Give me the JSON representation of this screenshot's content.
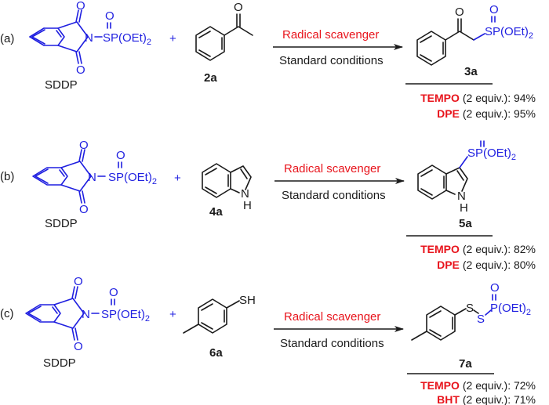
{
  "colors": {
    "reagent": "#1f1fe0",
    "scavenger": "#e8141c",
    "text": "#1a1a1a"
  },
  "reagent": {
    "label": "SDDP",
    "group": "SP(OEt)",
    "group_sub": "2",
    "N": "N",
    "O": "O"
  },
  "plus": "+",
  "arrow": {
    "top": "Radical scavenger",
    "bottom": "Standard conditions"
  },
  "rows": [
    {
      "tag": "(a)",
      "substrate": {
        "id": "2a",
        "name": "acetophenone"
      },
      "product": {
        "id": "3a",
        "group": "SP(OEt)",
        "group_sub": "2"
      },
      "yields": [
        {
          "scavenger": "TEMPO",
          "condition": "(2 equiv.): 94%"
        },
        {
          "scavenger": "DPE",
          "condition": "(2 equiv.): 95%"
        }
      ]
    },
    {
      "tag": "(b)",
      "substrate": {
        "id": "4a",
        "name": "indole",
        "NH": "N",
        "H": "H"
      },
      "product": {
        "id": "5a",
        "group": "SP(OEt)",
        "group_sub": "2"
      },
      "yields": [
        {
          "scavenger": "TEMPO",
          "condition": "(2 equiv.): 82%"
        },
        {
          "scavenger": "DPE",
          "condition": "(2 equiv.): 80%"
        }
      ]
    },
    {
      "tag": "(c)",
      "substrate": {
        "id": "6a",
        "name": "4-methylthiophenol",
        "SH": "SH"
      },
      "product": {
        "id": "7a",
        "S1": "S",
        "S2": "S",
        "group": "P(OEt)",
        "group_sub": "2"
      },
      "yields": [
        {
          "scavenger": "TEMPO",
          "condition": "(2 equiv.): 72%"
        },
        {
          "scavenger": "BHT",
          "condition": "(2 equiv.): 71%"
        }
      ]
    }
  ]
}
